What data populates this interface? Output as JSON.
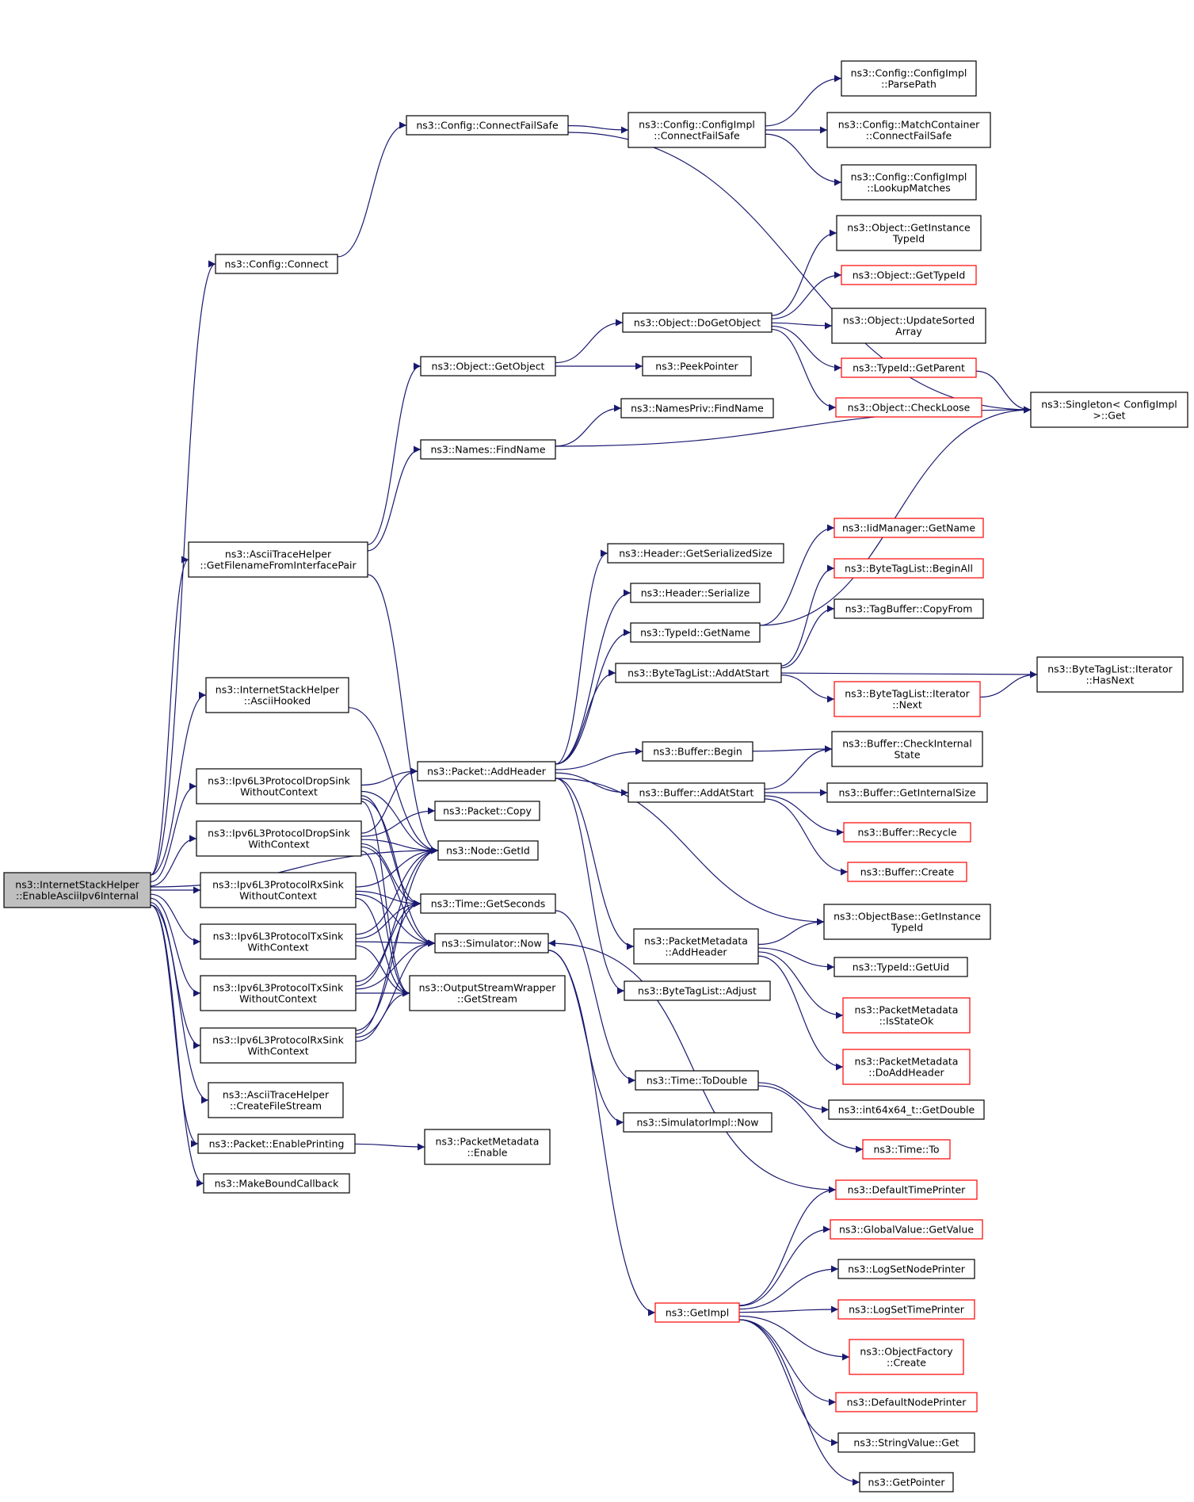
{
  "colors": {
    "edge": "#191970",
    "node_border": "#000000",
    "node_border_undocumented": "#ff0000",
    "root_fill": "#bfbfbf",
    "node_fill": "#ffffff"
  },
  "nodes": {
    "root": [
      "ns3::InternetStackHelper",
      "::EnableAsciiIpv6Internal"
    ],
    "connect": [
      "ns3::Config::Connect"
    ],
    "gfifp": [
      "ns3::AsciiTraceHelper",
      "::GetFilenameFromInterfacePair"
    ],
    "hooked": [
      "ns3::InternetStackHelper",
      "::AsciiHooked"
    ],
    "dropwo": [
      "ns3::Ipv6L3ProtocolDropSink",
      "WithoutContext"
    ],
    "dropw": [
      "ns3::Ipv6L3ProtocolDropSink",
      "WithContext"
    ],
    "rxwo": [
      "ns3::Ipv6L3ProtocolRxSink",
      "WithoutContext"
    ],
    "txw": [
      "ns3::Ipv6L3ProtocolTxSink",
      "WithContext"
    ],
    "txwo": [
      "ns3::Ipv6L3ProtocolTxSink",
      "WithoutContext"
    ],
    "rxw": [
      "ns3::Ipv6L3ProtocolRxSink",
      "WithContext"
    ],
    "cfs": [
      "ns3::AsciiTraceHelper",
      "::CreateFileStream"
    ],
    "enprint": [
      "ns3::Packet::EnablePrinting"
    ],
    "mbc": [
      "ns3::MakeBoundCallback"
    ],
    "cfsafe": [
      "ns3::Config::ConnectFailSafe"
    ],
    "getobj": [
      "ns3::Object::GetObject"
    ],
    "findname": [
      "ns3::Names::FindName"
    ],
    "addheader": [
      "ns3::Packet::AddHeader"
    ],
    "copy": [
      "ns3::Packet::Copy"
    ],
    "getid": [
      "ns3::Node::GetId"
    ],
    "getsec": [
      "ns3::Time::GetSeconds"
    ],
    "simnow": [
      "ns3::Simulator::Now"
    ],
    "osw": [
      "ns3::OutputStreamWrapper",
      "::GetStream"
    ],
    "pmenable": [
      "ns3::PacketMetadata",
      "::Enable"
    ],
    "ci_cfs": [
      "ns3::Config::ConfigImpl",
      "::ConnectFailSafe"
    ],
    "dogetobj": [
      "ns3::Object::DoGetObject"
    ],
    "peek": [
      "ns3::PeekPointer"
    ],
    "npfind": [
      "ns3::NamesPriv::FindName"
    ],
    "hgss": [
      "ns3::Header::GetSerializedSize"
    ],
    "hser": [
      "ns3::Header::Serialize"
    ],
    "tidname": [
      "ns3::TypeId::GetName"
    ],
    "btladd": [
      "ns3::ByteTagList::AddAtStart"
    ],
    "bufbegin": [
      "ns3::Buffer::Begin"
    ],
    "bufadd": [
      "ns3::Buffer::AddAtStart"
    ],
    "pmadd": [
      "ns3::PacketMetadata",
      "::AddHeader"
    ],
    "btladj": [
      "ns3::ByteTagList::Adjust"
    ],
    "todouble": [
      "ns3::Time::ToDouble"
    ],
    "simimplnow": [
      "ns3::SimulatorImpl::Now"
    ],
    "getimpl": [
      "ns3::GetImpl"
    ],
    "parse": [
      "ns3::Config::ConfigImpl",
      "::ParsePath"
    ],
    "mccfs": [
      "ns3::Config::MatchContainer",
      "::ConnectFailSafe"
    ],
    "lookup": [
      "ns3::Config::ConfigImpl",
      "::LookupMatches"
    ],
    "getinst": [
      "ns3::Object::GetInstance",
      "TypeId"
    ],
    "gettid": [
      "ns3::Object::GetTypeId"
    ],
    "usa": [
      "ns3::Object::UpdateSorted",
      "Array"
    ],
    "getparent": [
      "ns3::TypeId::GetParent"
    ],
    "checkloose": [
      "ns3::Object::CheckLoose"
    ],
    "singleton": [
      "ns3::Singleton< ConfigImpl",
      ">::Get"
    ],
    "iidname": [
      "ns3::IidManager::GetName"
    ],
    "beginall": [
      "ns3::ByteTagList::BeginAll"
    ],
    "tbcopy": [
      "ns3::TagBuffer::CopyFrom"
    ],
    "hasnext": [
      "ns3::ByteTagList::Iterator",
      "::HasNext"
    ],
    "itnext": [
      "ns3::ByteTagList::Iterator",
      "::Next"
    ],
    "cis": [
      "ns3::Buffer::CheckInternal",
      "State"
    ],
    "gis": [
      "ns3::Buffer::GetInternalSize"
    ],
    "recycle": [
      "ns3::Buffer::Recycle"
    ],
    "bufcreate": [
      "ns3::Buffer::Create"
    ],
    "obgit": [
      "ns3::ObjectBase::GetInstance",
      "TypeId"
    ],
    "getuid": [
      "ns3::TypeId::GetUid"
    ],
    "isok": [
      "ns3::PacketMetadata",
      "::IsStateOk"
    ],
    "doadd": [
      "ns3::PacketMetadata",
      "::DoAddHeader"
    ],
    "getdouble": [
      "ns3::int64x64_t::GetDouble"
    ],
    "timeto": [
      "ns3::Time::To"
    ],
    "dtp": [
      "ns3::DefaultTimePrinter"
    ],
    "gvget": [
      "ns3::GlobalValue::GetValue"
    ],
    "lsnp": [
      "ns3::LogSetNodePrinter"
    ],
    "lstp": [
      "ns3::LogSetTimePrinter"
    ],
    "ofc": [
      "ns3::ObjectFactory",
      "::Create"
    ],
    "dnp": [
      "ns3::DefaultNodePrinter"
    ],
    "svget": [
      "ns3::StringValue::Get"
    ],
    "getptr": [
      "ns3::GetPointer"
    ]
  }
}
